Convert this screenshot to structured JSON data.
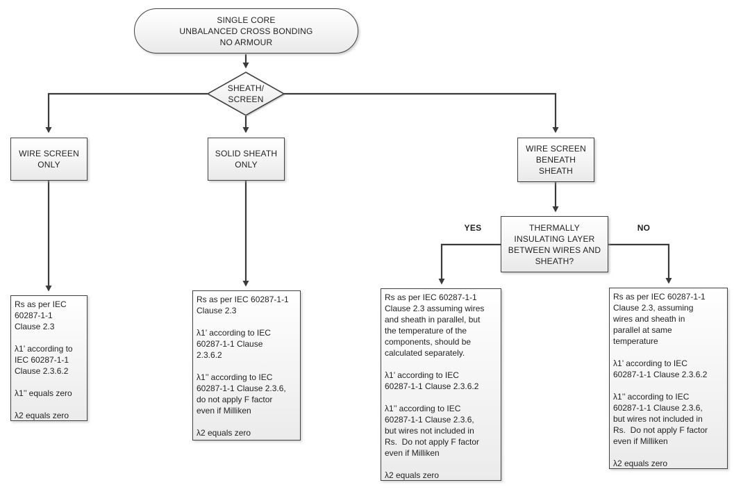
{
  "diagram": {
    "terminator": {
      "label": "SINGLE CORE\nUNBALANCED CROSS BONDING\nNO ARMOUR"
    },
    "decision": {
      "label": "SHEATH/\nSCREEN"
    },
    "branches": {
      "wire_screen_only": {
        "label": "WIRE SCREEN\nONLY"
      },
      "solid_sheath_only": {
        "label": "SOLID SHEATH\nONLY"
      },
      "wire_screen_beneath_sheath": {
        "label": "WIRE SCREEN\nBENEATH\nSHEATH"
      }
    },
    "question": {
      "label": "THERMALLY\nINSULATING LAYER\nBETWEEN WIRES AND\nSHEATH?",
      "yes_label": "YES",
      "no_label": "NO"
    },
    "details": {
      "wire_screen_only": "Rs as per IEC\n60287-1-1\nClause 2.3\n\nλ1’ according to\nIEC 60287-1-1\nClause 2.3.6.2\n\nλ1’’ equals zero\n\nλ2 equals zero",
      "solid_sheath_only": "Rs as per IEC 60287-1-1\nClause 2.3\n\nλ1’ according to IEC\n60287-1-1 Clause\n2.3.6.2\n\nλ1’’ according to IEC\n60287-1-1 Clause 2.3.6,\ndo not apply F factor\neven if Milliken\n\nλ2 equals zero",
      "thermal_yes": "Rs as per IEC 60287-1-1\nClause 2.3 assuming wires\nand sheath in parallel, but\nthe temperature of the\ncomponents, should be\ncalculated separately.\n\nλ1’ according to IEC\n60287-1-1 Clause 2.3.6.2\n\nλ1’’ according to IEC\n60287-1-1 Clause 2.3.6,\nbut wires not included in\nRs.  Do not apply F factor\neven if Milliken\n\nλ2 equals zero",
      "thermal_no": "Rs as per IEC 60287-1-1\nClause 2.3, assuming\nwires and sheath in\nparallel at same\ntemperature\n\nλ1’ according to IEC\n60287-1-1 Clause 2.3.6.2\n\nλ1’’ according to IEC\n60287-1-1 Clause 2.3.6,\nbut wires not included in\nRs.  Do not apply F factor\neven if Milliken\n\nλ2 equals zero"
    },
    "colors": {
      "line": "#404040",
      "border": "#404040",
      "text": "#1f1f1f",
      "fill_top": "#ffffff",
      "fill_bottom": "#ebebeb",
      "background": "#ffffff"
    }
  }
}
